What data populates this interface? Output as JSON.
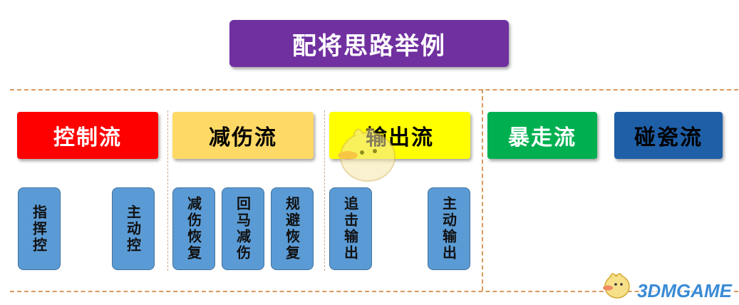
{
  "title": "配将思路举例",
  "categories": [
    {
      "label": "控制流",
      "bg": "#ff0000",
      "color": "#ffffff"
    },
    {
      "label": "减伤流",
      "bg": "#ffd966",
      "color": "#000000"
    },
    {
      "label": "输出流",
      "bg": "#ffff00",
      "color": "#000000"
    },
    {
      "label": "暴走流",
      "bg": "#00b050",
      "color": "#ffffff"
    },
    {
      "label": "碰瓷流",
      "bg": "#1f5fa8",
      "color": "#000000"
    }
  ],
  "subitems": [
    "指挥控",
    "主动控",
    "减伤恢复",
    "回马减伤",
    "规避恢复",
    "追击输出",
    "主动输出"
  ],
  "watermark": "3DMGAME",
  "colors": {
    "title_bg": "#7030a0",
    "sub_bg": "#5b9bd5",
    "divider": "#d99a5e"
  }
}
